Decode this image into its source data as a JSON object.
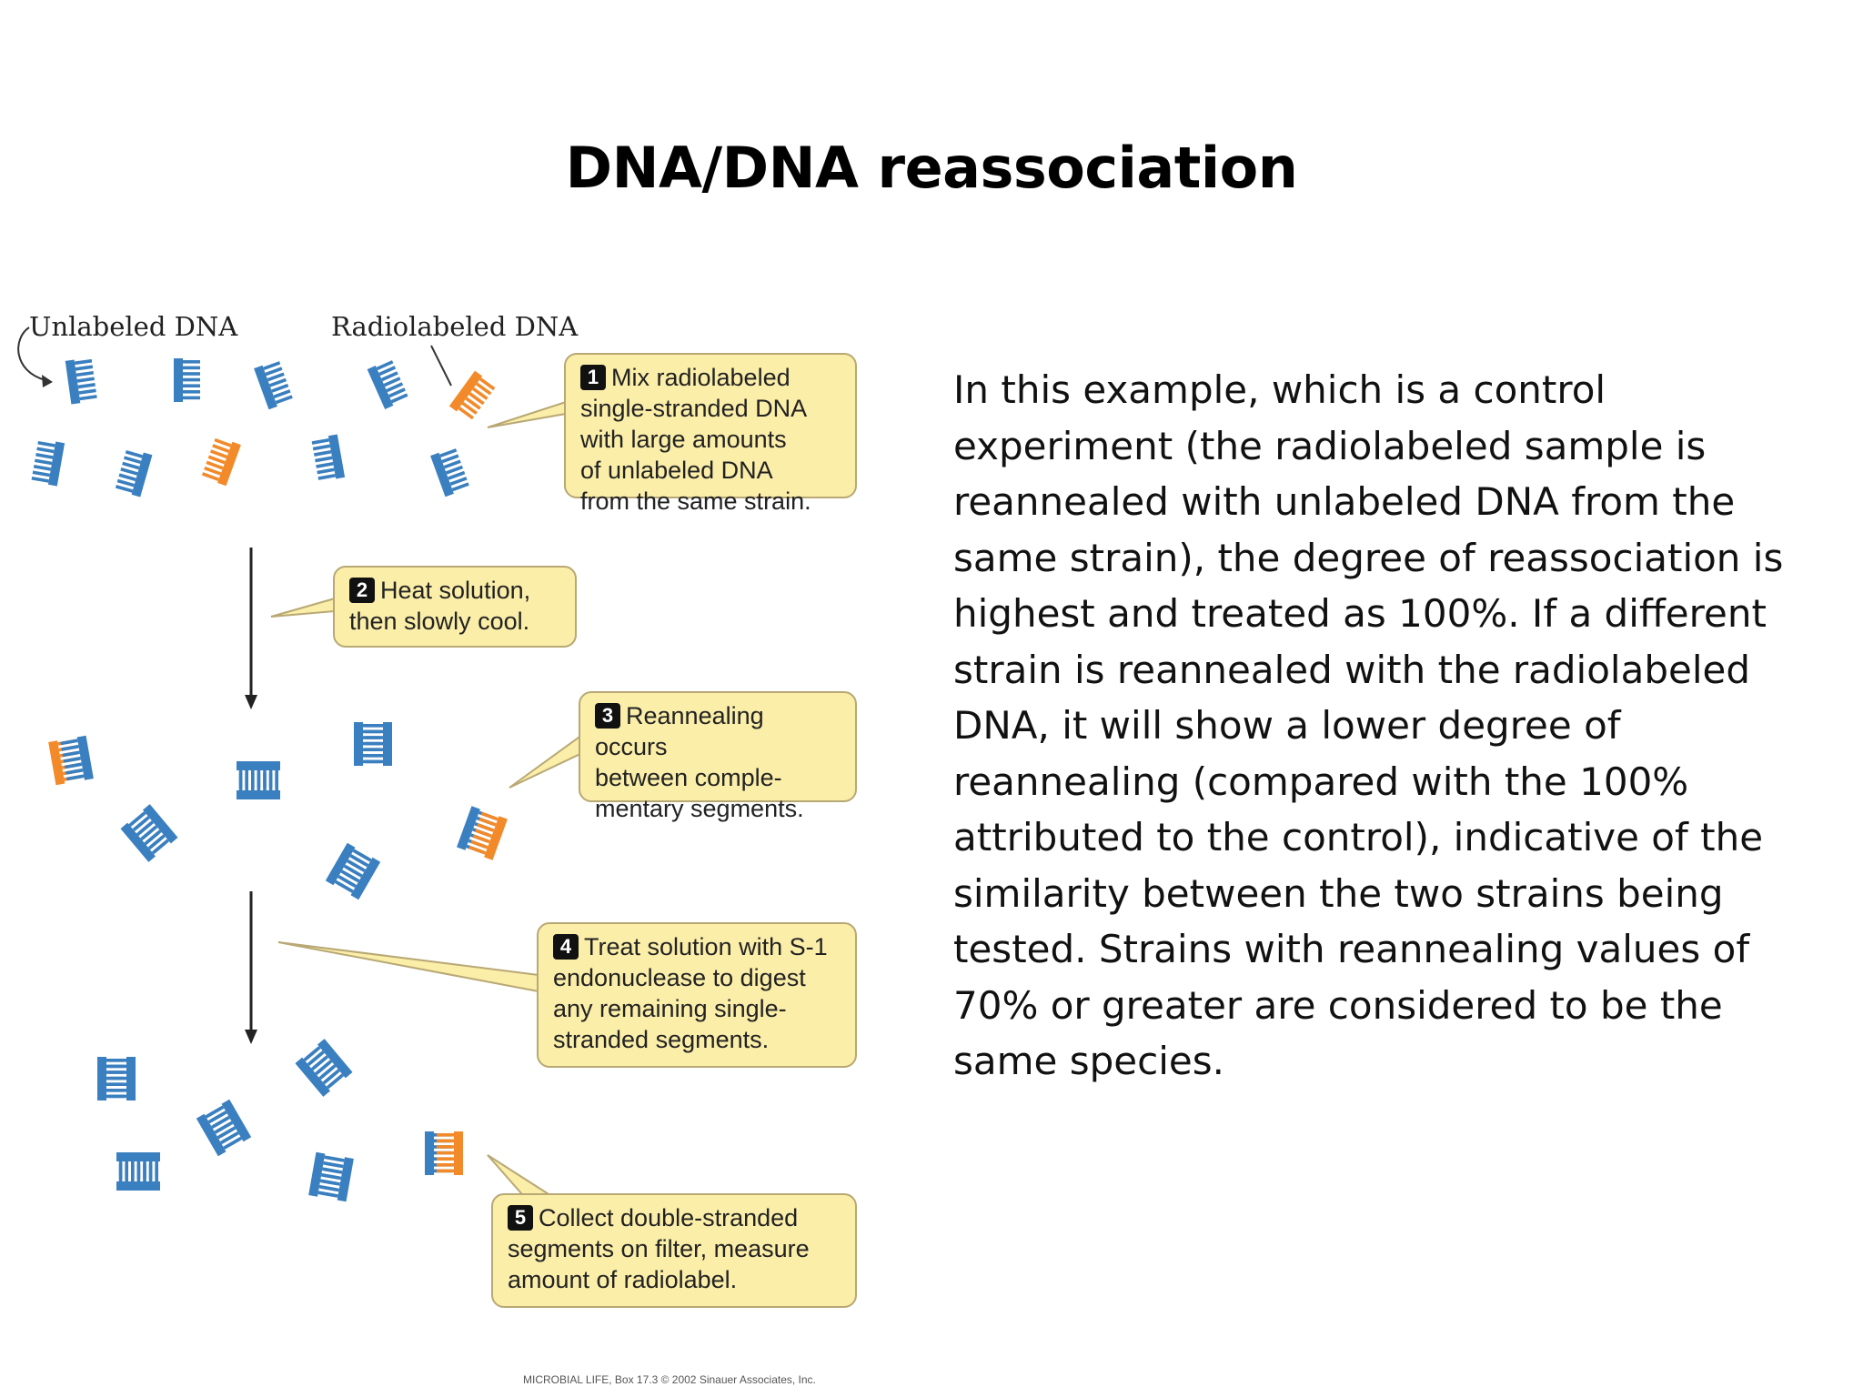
{
  "slide": {
    "title": "DNA/DNA reassociation",
    "body": "In this example, which is a control experiment (the radiolabeled sample is reannealed with unlabeled DNA from the same strain), the degree of reassociation is highest and treated as 100%. If a different strain is reannealed with the radiolabeled DNA, it will show a lower degree of reannealing (compared with the 100% attributed to the control), indicative of the similarity between the two strains being tested. Strains with reannealing values of 70% or greater are considered to be the same species."
  },
  "figure": {
    "label_unlabeled": "Unlabeled DNA",
    "label_radiolabeled": "Radiolabeled DNA",
    "colors": {
      "unlabeled": "#3a7fbf",
      "radiolabeled": "#f28a2a",
      "callout_fill": "#fbeea9"
    },
    "steps": [
      {
        "num": "1",
        "text": "Mix radiolabeled\nsingle-stranded DNA\nwith large amounts\nof unlabeled DNA\nfrom the same strain."
      },
      {
        "num": "2",
        "text": "Heat solution,\nthen slowly cool."
      },
      {
        "num": "3",
        "text": "Reannealing occurs\nbetween comple-\nmentary segments."
      },
      {
        "num": "4",
        "text": "Treat solution with S-1\nendonuclease to digest\nany remaining single-\nstranded segments."
      },
      {
        "num": "5",
        "text": "Collect double-stranded\nsegments on filter, measure\namount of radiolabel."
      }
    ],
    "credit": "MICROBIAL LIFE, Box 17.3 © 2002 Sinauer Associates, Inc."
  }
}
